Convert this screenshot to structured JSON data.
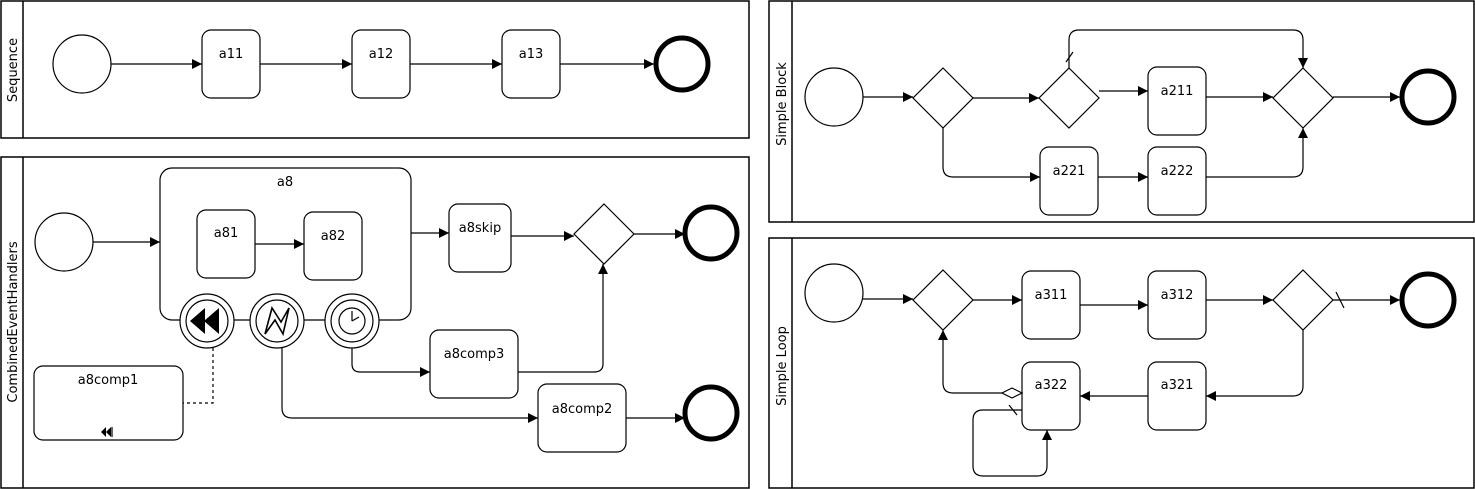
{
  "pools": {
    "sequence": "Sequence",
    "combined": "CombinedEventHandlers",
    "simple_block": "Simple Block",
    "simple_loop": "Simple Loop"
  },
  "tasks": {
    "a11": "a11",
    "a12": "a12",
    "a13": "a13",
    "a8": "a8",
    "a81": "a81",
    "a82": "a82",
    "a8skip": "a8skip",
    "a8comp1": "a8comp1",
    "a8comp2": "a8comp2",
    "a8comp3": "a8comp3",
    "a211": "a211",
    "a221": "a221",
    "a222": "a222",
    "a311": "a311",
    "a312": "a312",
    "a321": "a321",
    "a322": "a322"
  },
  "icons": {
    "compensation": "compensation-icon",
    "error": "error-icon",
    "timer": "timer-icon"
  }
}
